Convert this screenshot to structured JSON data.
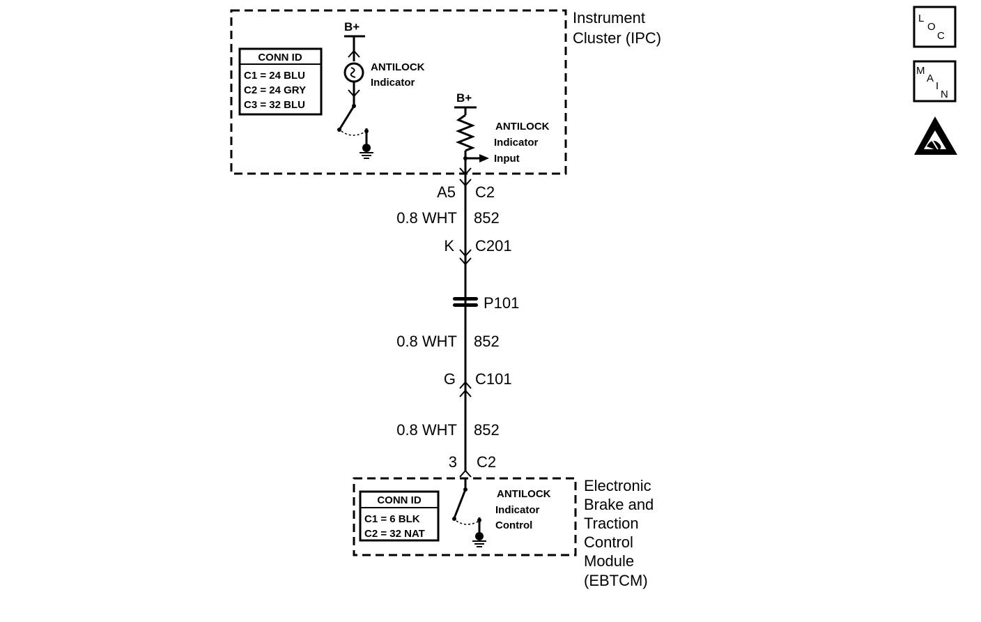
{
  "ipc": {
    "title_line1": "Instrument",
    "title_line2": "Cluster (IPC)",
    "conn_id": {
      "header": "CONN ID",
      "rows": [
        "C1 = 24 BLU",
        "C2 = 24 GRY",
        "C3 = 32 BLU"
      ]
    },
    "bplus_lamp": "B+",
    "lamp_label_1": "ANTILOCK",
    "lamp_label_2": "Indicator",
    "bplus_input": "B+",
    "input_label_1": "ANTILOCK",
    "input_label_2": "Indicator",
    "input_label_3": "Input"
  },
  "harness": {
    "ipc_pin": "A5",
    "ipc_conn": "C2",
    "seg1_wire": "0.8 WHT",
    "seg1_circuit": "852",
    "c201_pin": "K",
    "c201_conn": "C201",
    "splice": "P101",
    "seg2_wire": "0.8 WHT",
    "seg2_circuit": "852",
    "c101_pin": "G",
    "c101_conn": "C101",
    "seg3_wire": "0.8 WHT",
    "seg3_circuit": "852",
    "ebtcm_pin": "3",
    "ebtcm_conn": "C2"
  },
  "ebtcm": {
    "title_lines": [
      "Electronic",
      "Brake and",
      "Traction",
      "Control",
      "Module",
      "(EBTCM)"
    ],
    "conn_id": {
      "header": "CONN ID",
      "rows": [
        "C1 = 6 BLK",
        "C2 = 32 NAT"
      ]
    },
    "ctrl_label_1": "ANTILOCK",
    "ctrl_label_2": "Indicator",
    "ctrl_label_3": "Control"
  },
  "icons": {
    "loc": {
      "l1": "L",
      "l2": "O",
      "l3": "C"
    },
    "main": {
      "l1": "M",
      "l2": "A",
      "l3": "I",
      "l4": "N"
    },
    "esd": "esd-warning"
  }
}
